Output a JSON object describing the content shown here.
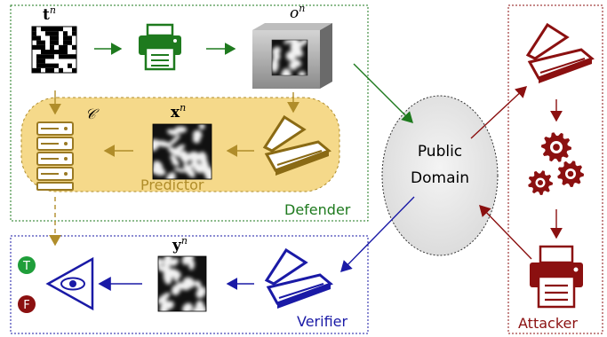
{
  "labels": {
    "t_sym": "t",
    "t_sup": "n",
    "o_sym": "o",
    "o_sup": "n",
    "x_sym": "x",
    "x_sup": "n",
    "y_sym": "y",
    "y_sup": "n",
    "c_sym": "𝒞",
    "public_line1": "Public",
    "public_line2": "Domain",
    "predictor": "Predictor",
    "defender": "Defender",
    "verifier": "Verifier",
    "attacker": "Attacker",
    "true_badge": "T",
    "false_badge": "F"
  },
  "colors": {
    "defender": "#1e7a1e",
    "verifier": "#1a1aa6",
    "attacker": "#8b1010",
    "predictor_fill": "#f5d98a",
    "predictor_text": "#b08d2a",
    "true_badge": "#1f9e3a",
    "false_badge": "#8b1010"
  },
  "icons": {
    "template": "binary-code-pattern-icon",
    "printer_defender": "printer-icon",
    "printed_object": "printed-box-icon",
    "scanner_defender": "scanner-icon",
    "server": "server-rack-icon",
    "scanner_verifier": "scanner-icon",
    "eye": "eye-triangle-icon",
    "scanner_attacker": "scanner-icon",
    "gears": "gears-icon",
    "printer_attacker": "printer-icon"
  }
}
